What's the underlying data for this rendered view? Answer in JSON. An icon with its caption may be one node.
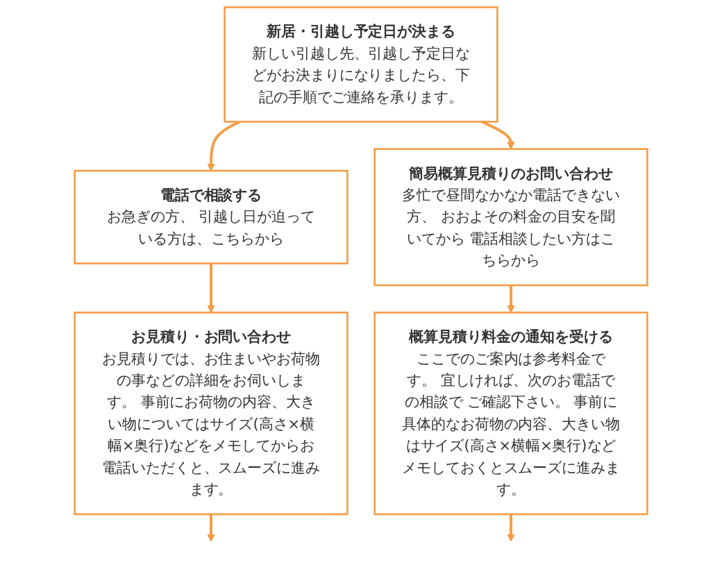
{
  "diagram": {
    "nodes": [
      {
        "text": [
          "新居・引越し予定日が決まる",
          "新しい引越し先、引越し予定日などがお決まりになりましたら、下記の手順でご連絡を承ります。"
        ]
      },
      {
        "text": [
          "電話で相談する",
          "お急ぎの方、 引越し日が迫っている方は、こちらから"
        ]
      },
      {
        "text": [
          "簡易概算見積りのお問い合わせ",
          "多忙で昼間なかなか電話できない方、 おおよその料金の目安を聞いてから 電話相談したい方はこちらから"
        ]
      },
      {
        "text": [
          "お見積り・お問い合わせ",
          "お見積りでは、お住まいやお荷物の事などの詳細をお伺いします。 事前にお荷物の内容、大きい物についてはサイズ(高さ×横幅×奥行)などをメモしてからお電話いただくと、スムーズに進みます。"
        ]
      },
      {
        "text": [
          "概算見積り料金の通知を受ける",
          "ここでのご案内は参考料金です。 宜しければ、次のお電話での相談で ご確認下さい。 事前に具体的なお荷物の内容、大きい物はサイズ(高さ×横幅×奥行)などメモしておくとスムーズに進みます。"
        ]
      }
    ],
    "edges": [
      {
        "from": 0,
        "to": 1,
        "arrow": "to"
      },
      {
        "from": 0,
        "to": 2,
        "arrow": "to"
      },
      {
        "from": 1,
        "to": 3,
        "arrow": "to"
      },
      {
        "from": 2,
        "to": 4,
        "arrow": "to"
      },
      {
        "from": 3,
        "to": null,
        "arrow": "to"
      },
      {
        "from": 4,
        "to": null,
        "arrow": "to"
      }
    ]
  }
}
